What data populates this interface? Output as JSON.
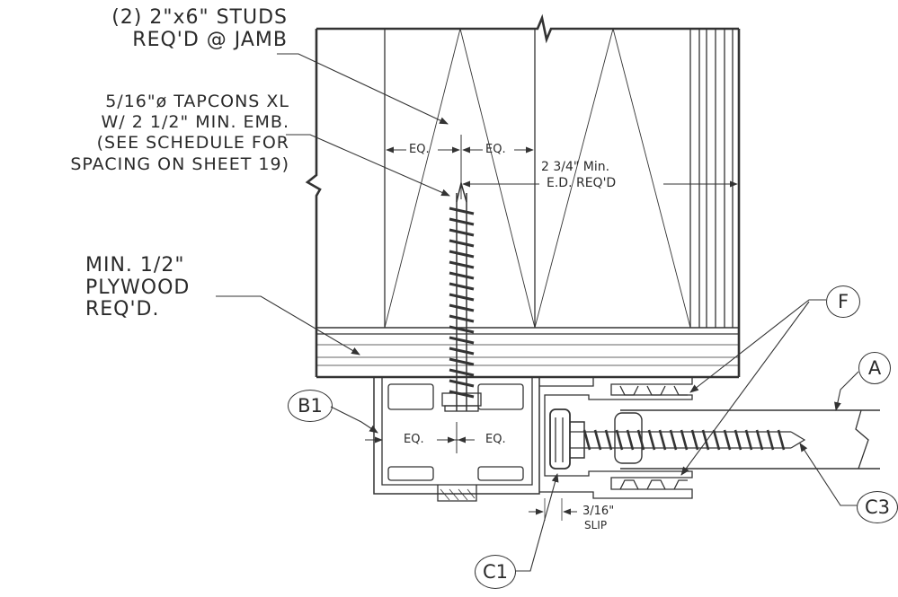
{
  "notes": {
    "studs": [
      "(2) 2\"x6\" STUDS",
      "REQ'D @ JAMB"
    ],
    "tapcon": [
      "5/16\"ø TAPCONS XL",
      "W/ 2 1/2\" MIN. EMB.",
      "(SEE SCHEDULE FOR",
      "SPACING ON SHEET 19)"
    ],
    "plywood": [
      "MIN. 1/2\"",
      "PLYWOOD",
      "REQ'D."
    ]
  },
  "dimensions": {
    "eq_top_left": "EQ.",
    "eq_top_right": "EQ.",
    "edge_distance_1": "2 3/4\" Min.",
    "edge_distance_2": "E.D. REQ'D",
    "eq_mid_left": "EQ.",
    "eq_mid_right": "EQ.",
    "slip_1": "3/16\"",
    "slip_2": "SLIP"
  },
  "callouts": {
    "a": "A",
    "b1": "B1",
    "c1": "C1",
    "c3": "C3",
    "f": "F"
  }
}
